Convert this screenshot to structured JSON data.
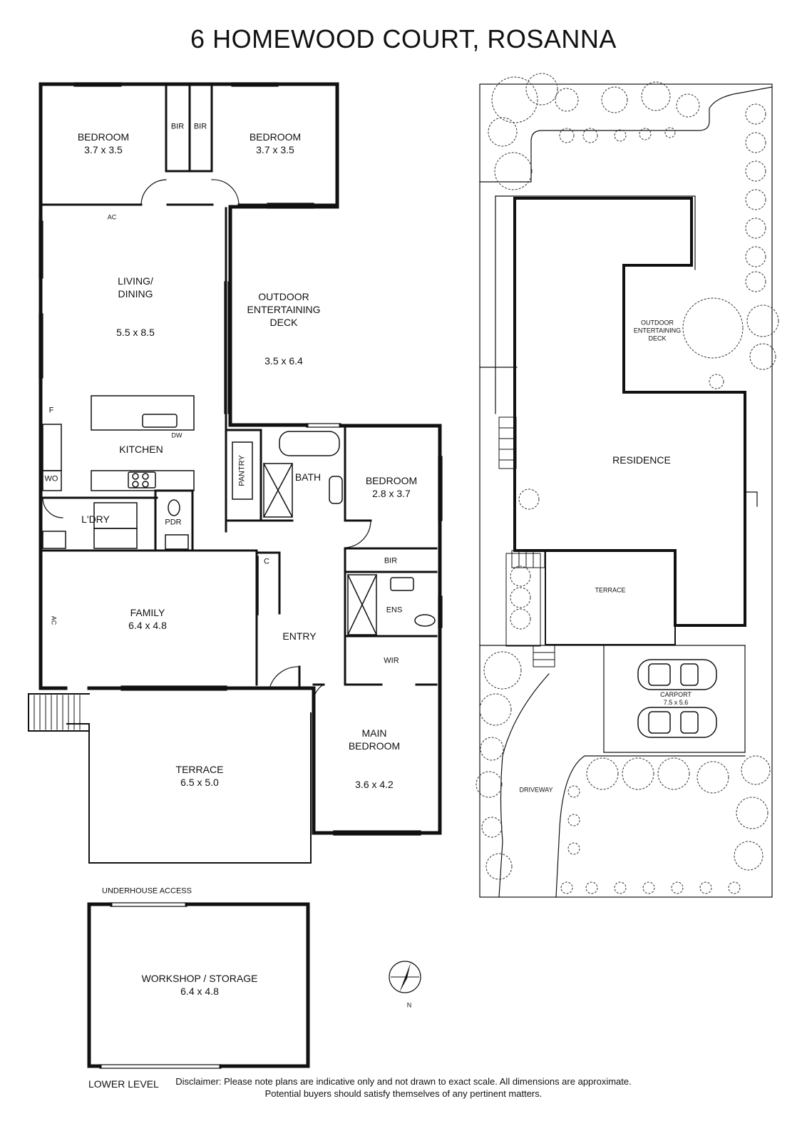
{
  "title": "6 HOMEWOOD COURT, ROSANNA",
  "rooms": {
    "bedroom_nw": {
      "name": "BEDROOM",
      "dims": "3.7 x 3.5"
    },
    "bir_1": "BIR",
    "bir_2": "BIR",
    "bedroom_ne": {
      "name": "BEDROOM",
      "dims": "3.7 x 3.5"
    },
    "ac_1": "AC",
    "living": {
      "name": "LIVING/\nDINING",
      "dims": "5.5 x 8.5"
    },
    "deck": {
      "name": "OUTDOOR\nENTERTAINING\nDECK",
      "dims": "3.5 x 6.4"
    },
    "f": "F",
    "dw": "DW",
    "kitchen": "KITCHEN",
    "wo": "WO",
    "pantry": "PANTRY",
    "bath": "BATH",
    "bedroom_e": {
      "name": "BEDROOM",
      "dims": "2.8 x 3.7"
    },
    "ldry": "L'DRY",
    "pdr": "PDR",
    "bir_3": "BIR",
    "c": "C",
    "ens": "ENS",
    "family": {
      "name": "FAMILY",
      "dims": "6.4 x 4.8"
    },
    "ac_2": "AC",
    "entry": "ENTRY",
    "wir": "WIR",
    "main_bedroom": {
      "name": "MAIN\nBEDROOM",
      "dims": "3.6 x 4.2"
    },
    "terrace": {
      "name": "TERRACE",
      "dims": "6.5 x 5.0"
    }
  },
  "lower": {
    "access": "UNDERHOUSE ACCESS",
    "workshop": {
      "name": "WORKSHOP / STORAGE",
      "dims": "6.4 x 4.8"
    },
    "level": "LOWER LEVEL"
  },
  "site": {
    "deck": "OUTDOOR\nENTERTAINING\nDECK",
    "residence": "RESIDENCE",
    "terrace": "TERRACE",
    "carport": {
      "name": "CARPORT",
      "dims": "7.5 x 5.6"
    },
    "driveway": "DRIVEWAY"
  },
  "compass": "N",
  "disclaimer": {
    "line1": "Disclaimer: Please note plans are indicative only and not drawn to exact scale. All dimensions are approximate.",
    "line2": "Potential buyers should satisfy themselves of any pertinent matters."
  }
}
